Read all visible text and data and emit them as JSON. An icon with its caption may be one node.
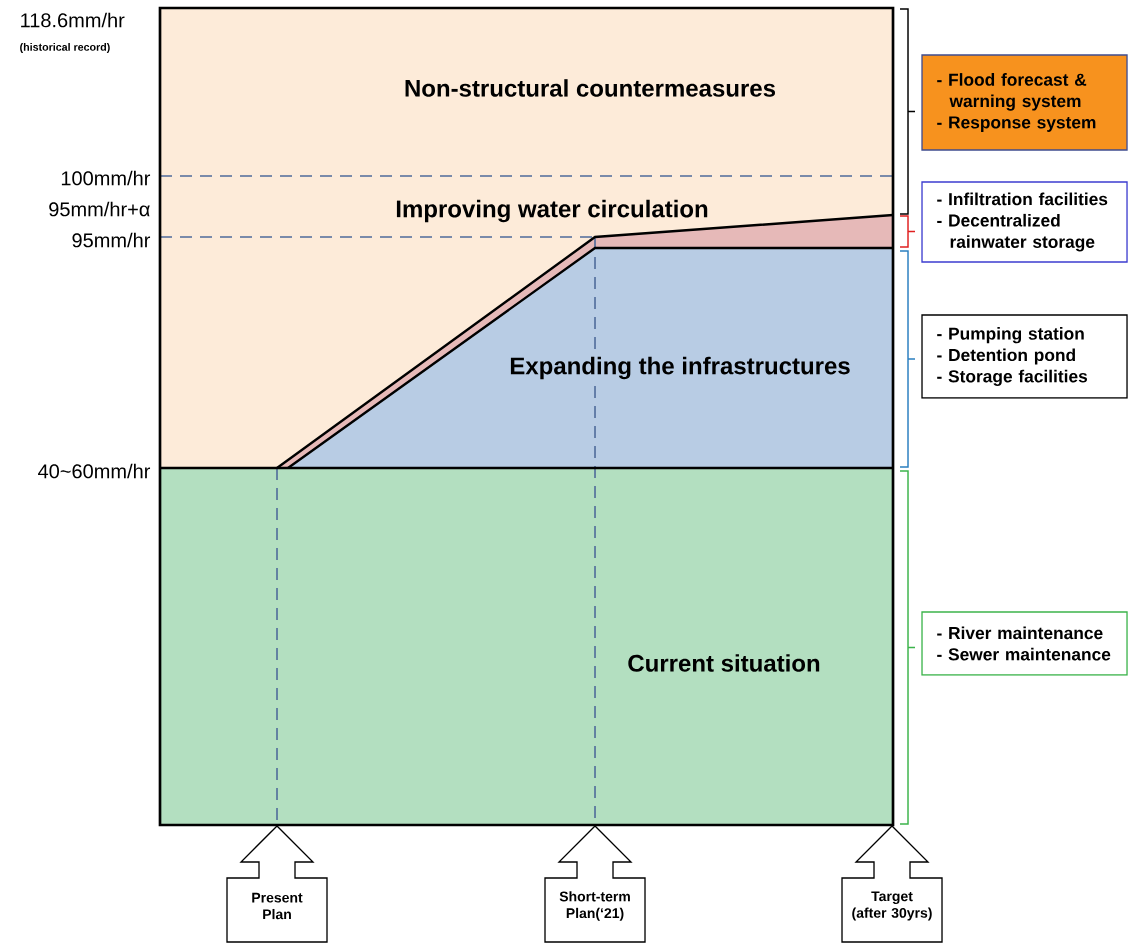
{
  "diagram": {
    "nodes": [
      {
        "text": [
          "- Flood forecast & warning system",
          "- Response system"
        ]
      },
      {
        "text": [
          "- Infiltration facilities",
          "- Decentralized rainwater storage"
        ]
      },
      {
        "text": [
          "- Pumping station",
          "- Detention pond",
          "- Storage facilities"
        ]
      },
      {
        "text": [
          "- River maintenance",
          "- Sewer maintenance"
        ]
      },
      {
        "text": [
          "Present Plan"
        ]
      },
      {
        "text": [
          "Short-term Plan(‘21)"
        ]
      },
      {
        "text": [
          "Target (after 30yrs)"
        ]
      }
    ],
    "labels": [
      "118.6mm/hr",
      "(historical record)",
      "Non-structural countermeasures",
      "100mm/hr",
      "95mm/hr+α",
      "Improving water circulation",
      "95mm/hr",
      "Expanding the infrastructures",
      "40~60mm/hr",
      "Current situation"
    ]
  }
}
